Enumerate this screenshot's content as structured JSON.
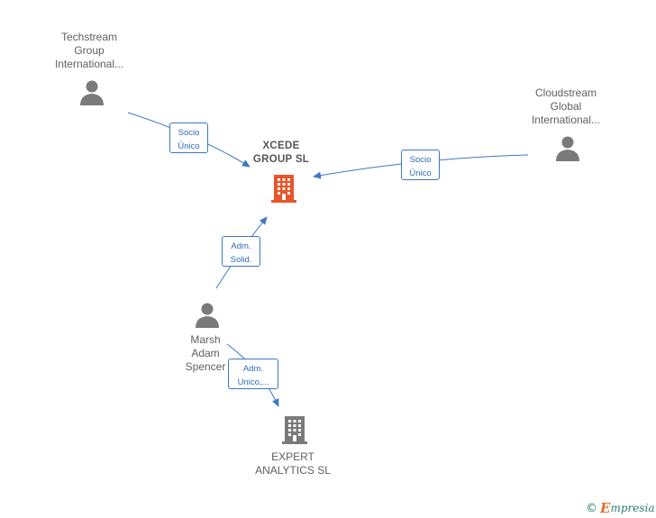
{
  "nodes": {
    "techstream": {
      "lines": [
        "Techstream",
        "Group",
        "International..."
      ],
      "type": "person-company"
    },
    "cloudstream": {
      "lines": [
        "Cloudstream",
        "Global",
        "International..."
      ],
      "type": "person-company"
    },
    "xcede": {
      "lines": [
        "XCEDE",
        "GROUP  SL"
      ],
      "type": "company-main"
    },
    "marsh": {
      "lines": [
        "Marsh",
        "Adam",
        "Spencer"
      ],
      "type": "person"
    },
    "expert": {
      "lines": [
        "EXPERT",
        "ANALYTICS  SL"
      ],
      "type": "company"
    }
  },
  "edges": {
    "techstream_xcede": [
      "Socio",
      "Único"
    ],
    "cloudstream_xcede": [
      "Socio",
      "Único"
    ],
    "marsh_xcede": [
      "Adm.",
      "Solid."
    ],
    "marsh_expert": [
      "Adm.",
      "Unico,..."
    ]
  },
  "colors": {
    "edge": "#3b78c3",
    "main_company": "#e8552b",
    "icon_gray": "#7a7a7a"
  },
  "footer": {
    "copyright_symbol": "©",
    "brand_initial": "E",
    "brand_rest": "mpresia"
  }
}
